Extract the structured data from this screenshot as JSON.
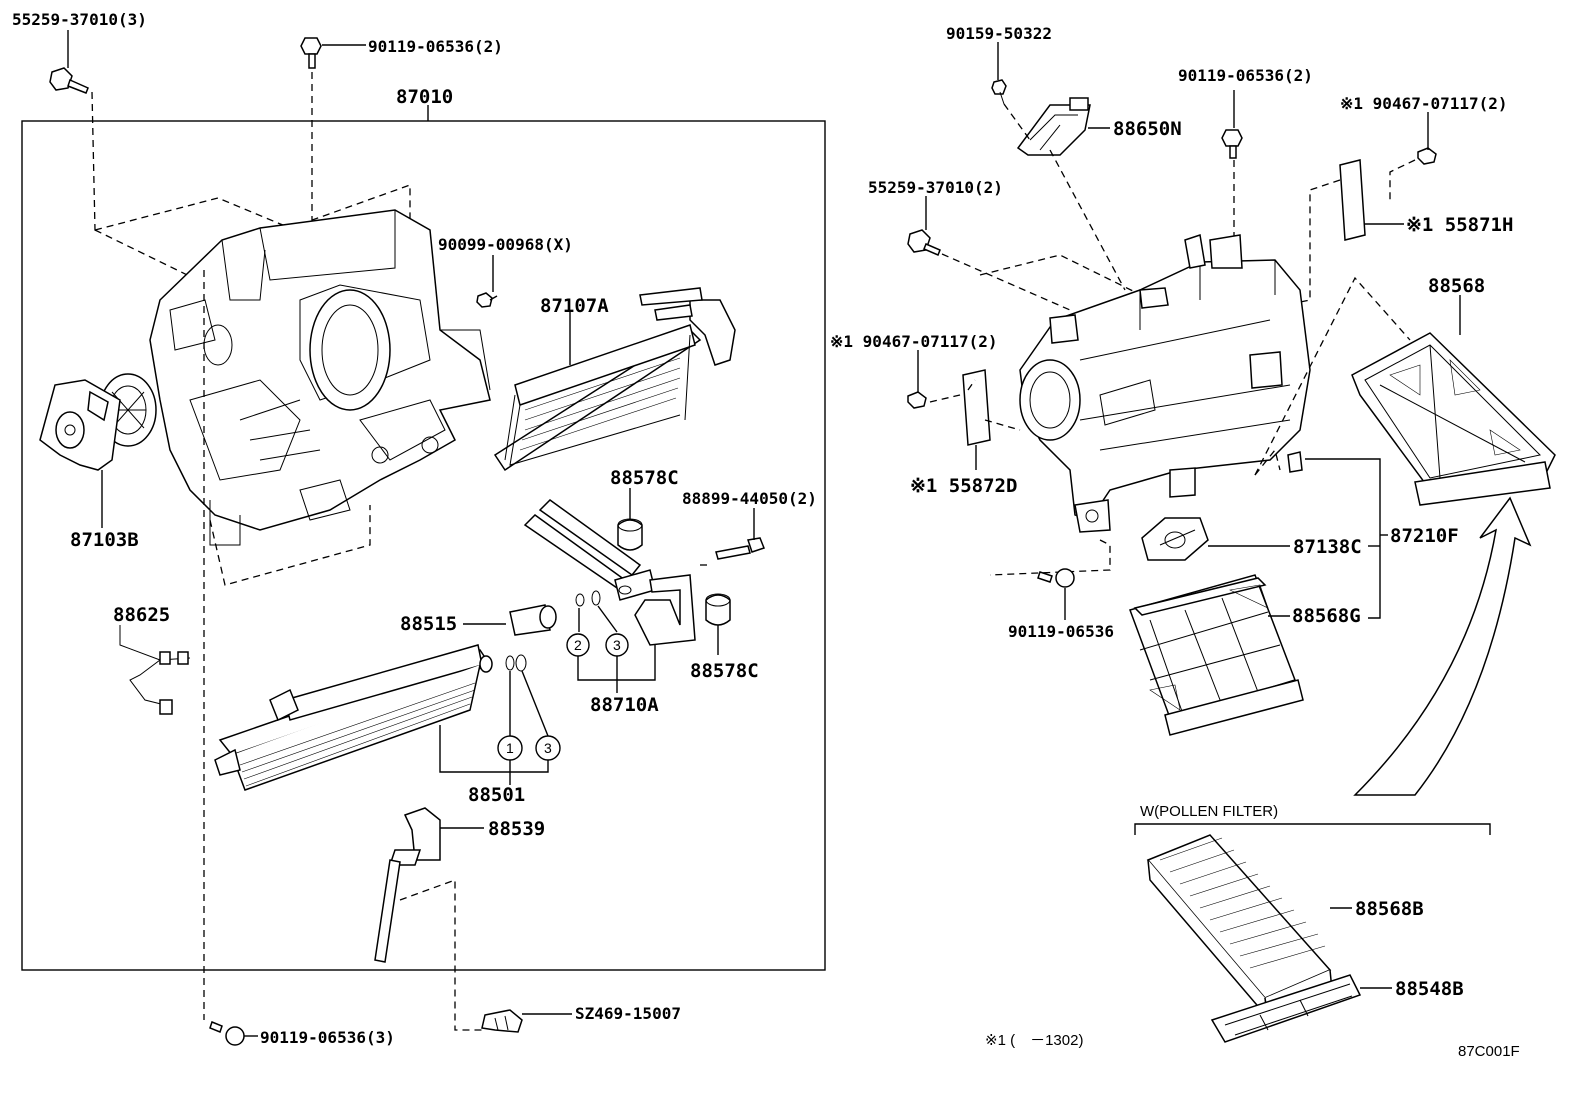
{
  "labels": {
    "l_5525937010_3": "55259-37010(3)",
    "l_9011906536_2a": "90119-06536(2)",
    "l_87010": "87010",
    "l_9009900968": "90099-00968(X)",
    "l_87107A": "87107A",
    "l_87103B": "87103B",
    "l_88578C_a": "88578C",
    "l_8889944050": "88899-44050(2)",
    "l_88625": "88625",
    "l_88515": "88515",
    "l_88578C_b": "88578C",
    "l_88710A": "88710A",
    "l_88501": "88501",
    "l_88539": "88539",
    "l_9011906536_3": "90119-06536(3)",
    "l_SZ46915007": "SZ469-15007",
    "l_9015950322": "90159-50322",
    "l_9011906536_2b": "90119-06536(2)",
    "l_x1_9046707117_2a": "※1 90467-07117(2)",
    "l_88650N": "88650N",
    "l_5525937010_2": "55259-37010(2)",
    "l_x1_55871H": "※1 55871H",
    "l_88568": "88568",
    "l_x1_9046707117_2b": "※1 90467-07117(2)",
    "l_x1_55872D": "※1 55872D",
    "l_87138C": "87138C",
    "l_87210F": "87210F",
    "l_9011906536": "90119-06536",
    "l_88568G": "88568G",
    "l_w_pollen": "W(POLLEN FILTER)",
    "l_88568B": "88568B",
    "l_88548B": "88548B",
    "l_footnote": "※1 (　－1302)",
    "l_code": "87C001F"
  },
  "circle_marks": {
    "c1": "1",
    "c2": "2",
    "c3a": "3",
    "c3b": "3"
  }
}
